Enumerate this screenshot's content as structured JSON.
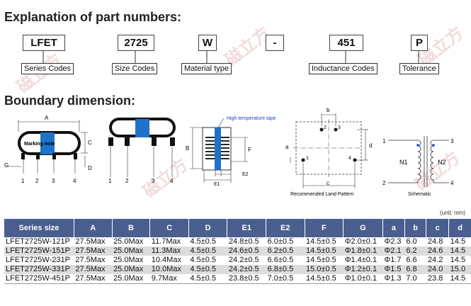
{
  "sections": {
    "explanation_title": "Explanation of part numbers:",
    "boundary_title": "Boundary dimension:"
  },
  "part_codes": [
    {
      "code": "LFET",
      "label": "Series Codes"
    },
    {
      "code": "2725",
      "label": "Size Codes"
    },
    {
      "code": "W",
      "label": "Material type"
    },
    {
      "code": "-",
      "label": ""
    },
    {
      "code": "451",
      "label": "Inductance Codes"
    },
    {
      "code": "P",
      "label": "Tolerance"
    }
  ],
  "drawings": {
    "marking_note": "Marking note",
    "dim_A": "A",
    "dim_B": "B",
    "dim_C": "C",
    "dim_D": "D",
    "dim_E1": "E1",
    "dim_E2": "E2",
    "dim_F": "F",
    "dim_G": "G",
    "pins": [
      "1",
      "2",
      "3",
      "4"
    ],
    "high_temp_tape": "High temperature tape",
    "land_a": "a",
    "land_b": "b",
    "land_c": "c",
    "land_d": "d",
    "land_caption": "Recommended Land Pattern",
    "schematic_n1": "N1",
    "schematic_n2": "N2",
    "schematic_caption": "Schematic"
  },
  "unit_note": "(unit: mm)",
  "table": {
    "headers": [
      "Series size",
      "A",
      "B",
      "C",
      "D",
      "E1",
      "E2",
      "F",
      "G",
      "a",
      "b",
      "c",
      "d"
    ],
    "rows": [
      [
        "LFET2725W-121P",
        "27.5Max",
        "25.0Max",
        "11.7Max",
        "4.5±0.5",
        "24.8±0.5",
        "6.0±0.5",
        "14.5±0.5",
        "Φ2.0±0.1",
        "Φ2.3",
        "6.0",
        "24.8",
        "14.5"
      ],
      [
        "LFET2725W-151P",
        "27.5Max",
        "25.0Max",
        "11.3Max",
        "4.5±0.5",
        "24.6±0.5",
        "6.2±0.5",
        "14.5±0.5",
        "Φ1.8±0.1",
        "Φ2.1",
        "6.2",
        "24.6",
        "14.5"
      ],
      [
        "LFET2725W-231P",
        "27.5Max",
        "25.0Max",
        "10.4Max",
        "4.5±0.5",
        "24.2±0.5",
        "6.6±0.5",
        "14.5±0.5",
        "Φ1.4±0.1",
        "Φ1.7",
        "6.6",
        "24.2",
        "14.5"
      ],
      [
        "LFET2725W-331P",
        "27.5Max",
        "25.0Max",
        "10.0Max",
        "4.5±0.5",
        "24.2±0.5",
        "6.8±0.5",
        "15.0±0.5",
        "Φ1.2±0.1",
        "Φ1.5",
        "6.8",
        "24.0",
        "15.0"
      ],
      [
        "LFET2725W-451P",
        "27.5Max",
        "25.0Max",
        "9.7Max",
        "4.5±0.5",
        "23.8±0.5",
        "7.0±0.5",
        "14.5±0.5",
        "Φ1.0±0.1",
        "Φ1.3",
        "7.0",
        "23.8",
        "14.5"
      ]
    ]
  },
  "watermark_text": "磁立方",
  "colors": {
    "header_bg": "#4a5e8f",
    "tape_blue": "#1e73c8",
    "alt_row": "#dcdcdc"
  }
}
